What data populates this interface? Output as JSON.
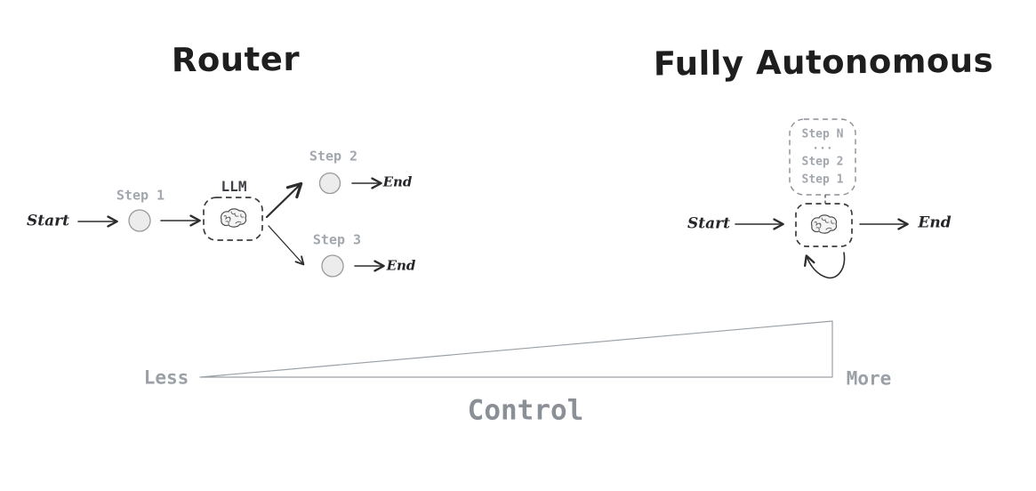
{
  "router": {
    "title": "Router",
    "start_label": "Start",
    "step1_label": "Step 1",
    "llm_label": "LLM",
    "step2_label": "Step 2",
    "step2_end_label": "End",
    "step3_label": "Step 3",
    "step3_end_label": "End"
  },
  "autonomous": {
    "title": "Fully Autonomous",
    "start_label": "Start",
    "end_label": "End",
    "step_stack": {
      "top": "Step N",
      "ellipsis": "...",
      "middle": "Step 2",
      "bottom": "Step 1"
    }
  },
  "control_scale": {
    "less_label": "Less",
    "more_label": "More",
    "title": "Control"
  },
  "colors": {
    "background": "#ffffff",
    "ink": "#2d2d2d",
    "title_ink": "#1e1e1e",
    "muted_gray": "#a2a7ae",
    "scale_gray": "#9aa0a6",
    "control_gray": "#8b9096",
    "node_fill": "#ececec",
    "node_stroke": "#9a9a9a",
    "dashed_box_stroke": "#3d3d3d"
  }
}
